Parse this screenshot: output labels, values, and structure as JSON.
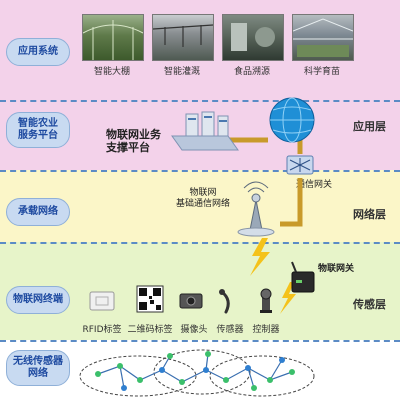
{
  "layers": {
    "application": {
      "pill": "应用系统",
      "name": "应用层"
    },
    "platform": {
      "pill": "智能农业\n服务平台",
      "title": "物联网业务\n支撑平台"
    },
    "network": {
      "pill": "承载网络",
      "name": "网络层",
      "center_label": "物联网\n基础通信网络",
      "gateway_label": "通信网关"
    },
    "perception": {
      "pill": "物联网终端",
      "name": "传感层",
      "gateway_label": "物联网关"
    },
    "wsn": {
      "pill": "无线传感器\n网络"
    }
  },
  "applications": [
    {
      "label": "智能大棚",
      "icon": "greenhouse-photo"
    },
    {
      "label": "智能灌溉",
      "icon": "irrigation-photo"
    },
    {
      "label": "食品溯源",
      "icon": "food-trace-photo"
    },
    {
      "label": "科学育苗",
      "icon": "seedling-photo"
    }
  ],
  "terminals": [
    {
      "label": "RFID标签",
      "icon": "rfid-tag-icon"
    },
    {
      "label": "二维码标签",
      "icon": "qr-code-icon"
    },
    {
      "label": "摄像头",
      "icon": "camera-icon"
    },
    {
      "label": "传感器",
      "icon": "sensor-icon"
    },
    {
      "label": "控制器",
      "icon": "controller-icon"
    }
  ],
  "colors": {
    "band_top": "#f3d2ea",
    "band_net": "#fbf6c8",
    "band_perc": "#e7f4c9",
    "pill": "#c8daf1",
    "connector": "#c89a2a",
    "accent_red": "#e02525",
    "bolt": "#f4c21a"
  }
}
